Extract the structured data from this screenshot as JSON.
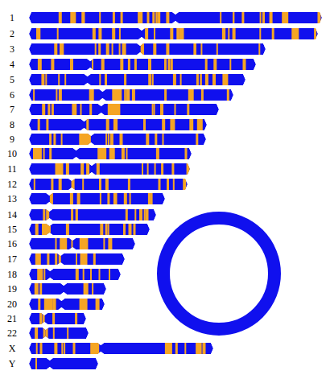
{
  "diagram": {
    "labels": [
      "1",
      "2",
      "3",
      "4",
      "5",
      "6",
      "7",
      "8",
      "9",
      "10",
      "11",
      "12",
      "13",
      "14",
      "15",
      "16",
      "17",
      "18",
      "19",
      "20",
      "21",
      "22",
      "X",
      "Y"
    ]
  }
}
